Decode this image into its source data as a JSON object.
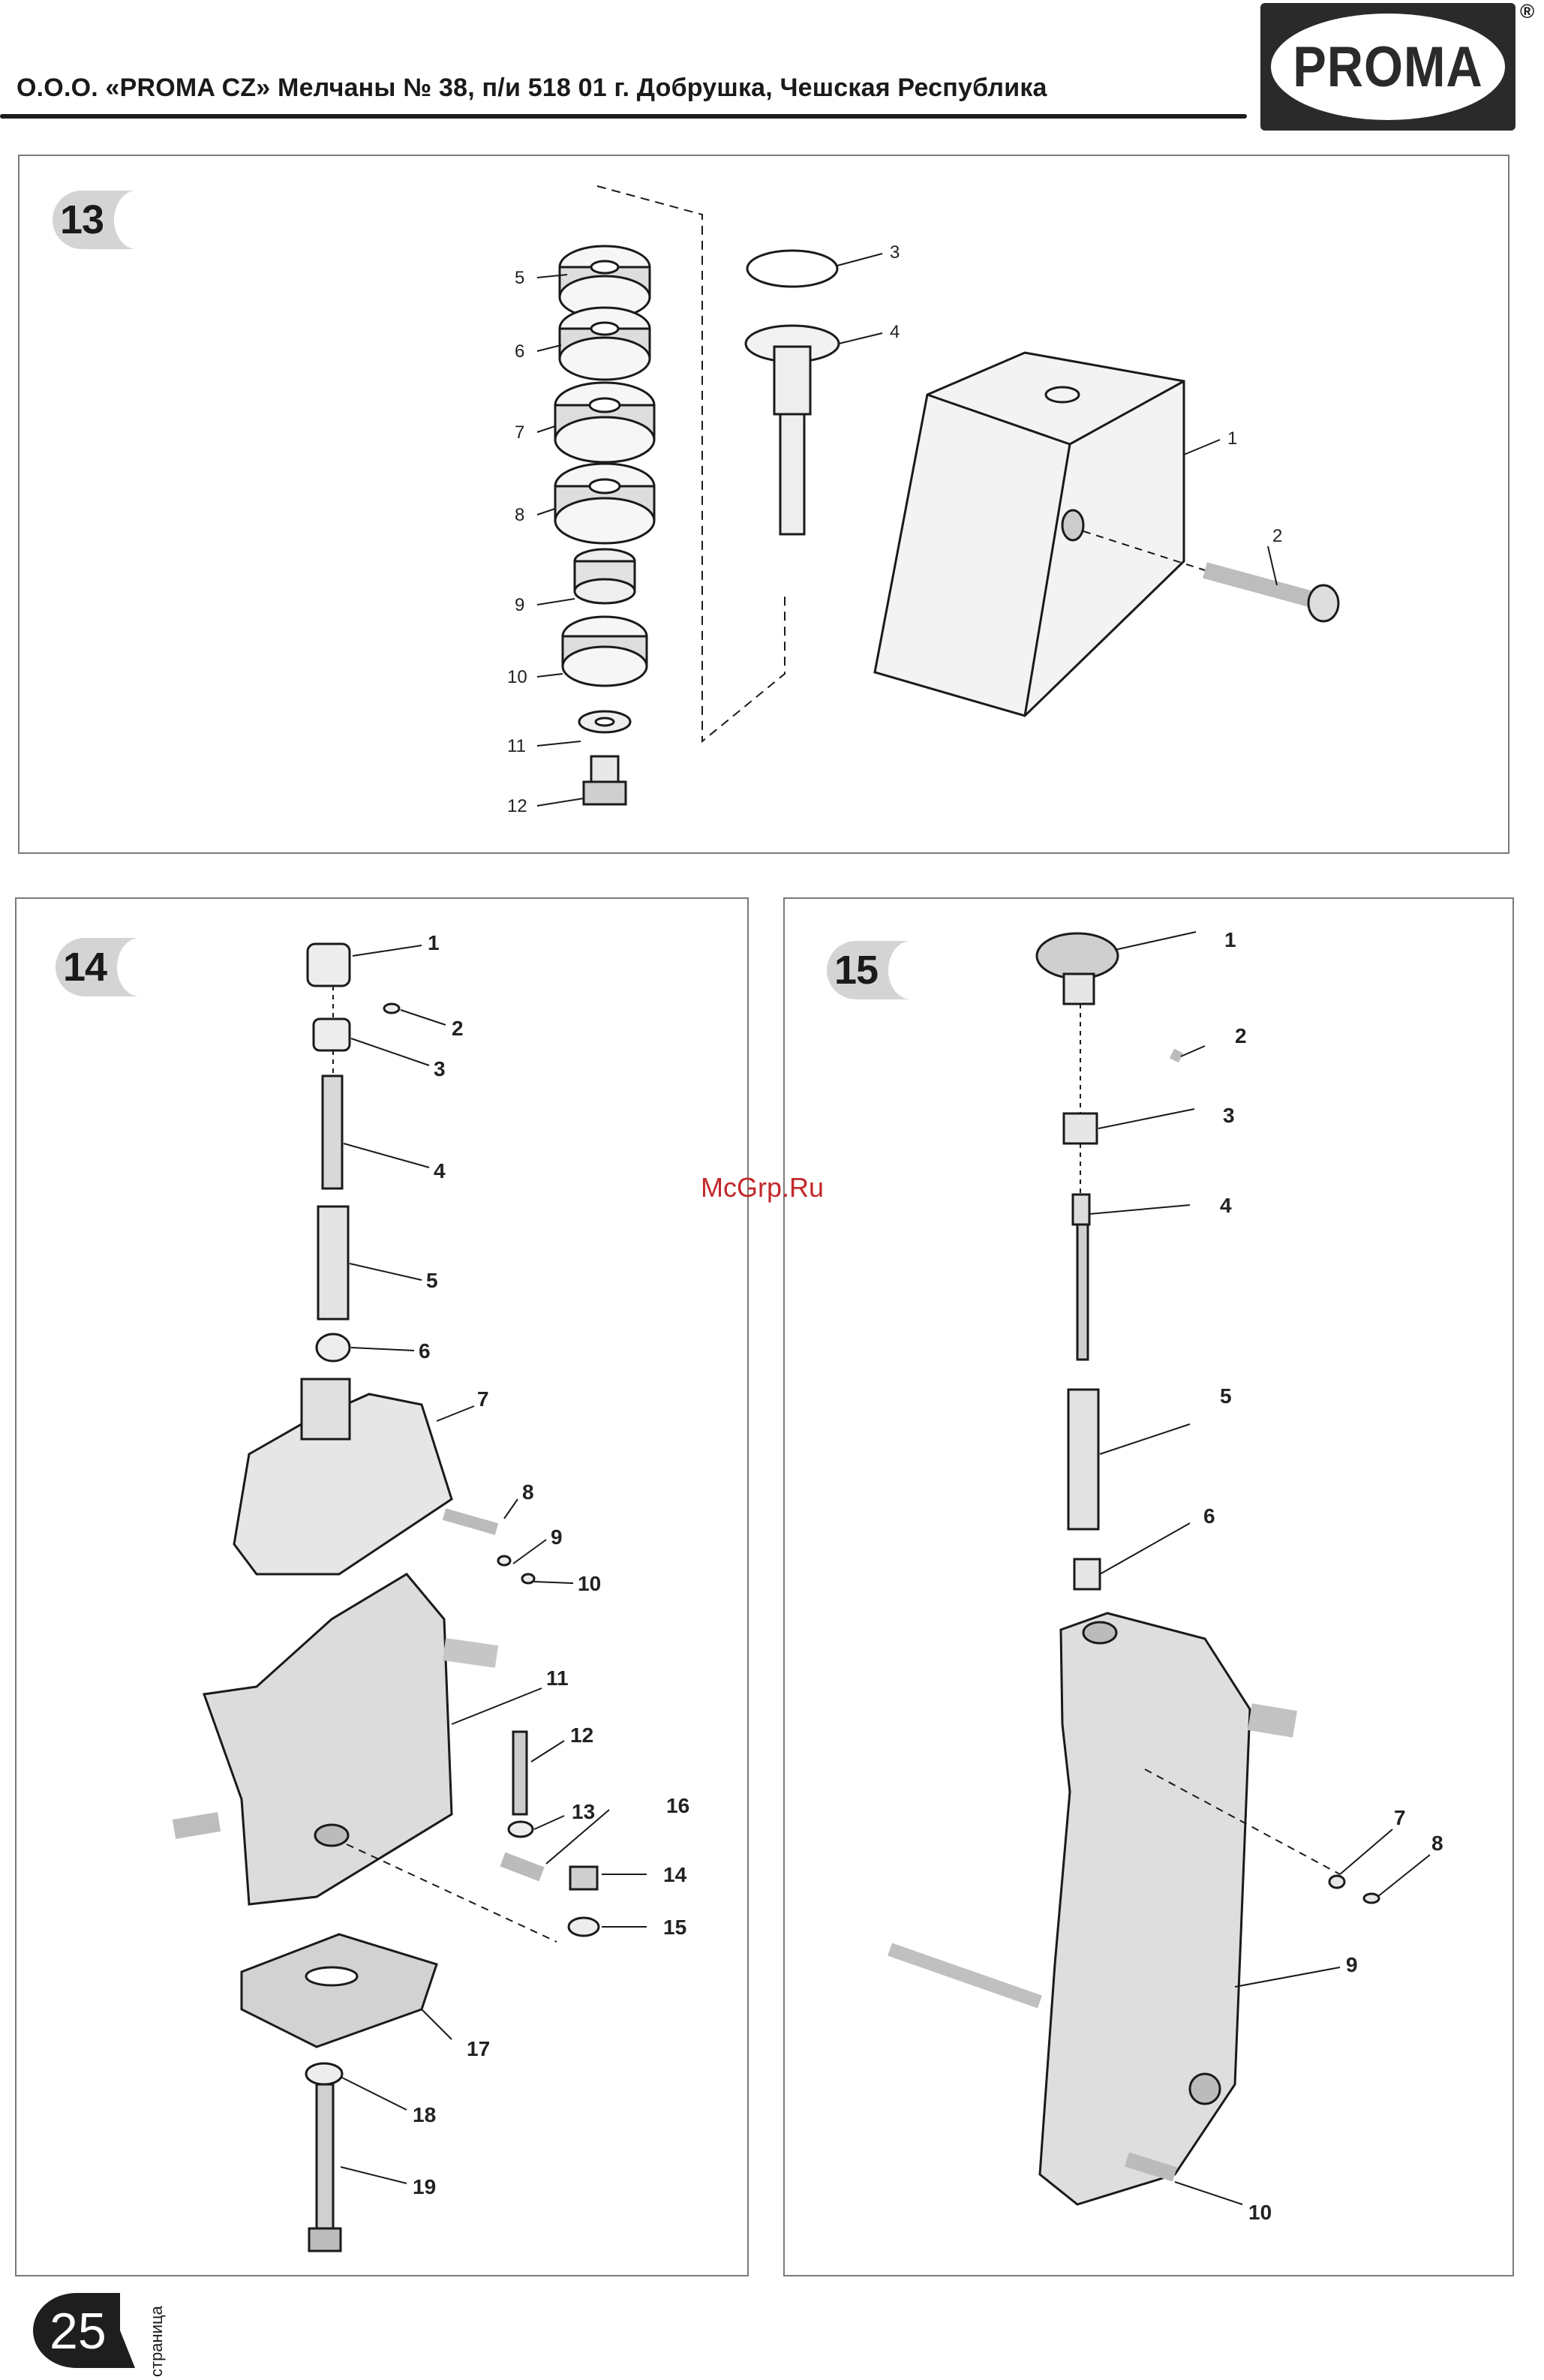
{
  "header": {
    "company_line": "О.О.О. «PROMA CZ» Мелчаны № 38, п/и 518 01 г. Добрушка, Чешская Республика",
    "logo_text": "PROMA",
    "registered_mark": "®"
  },
  "watermark": "McGrp.Ru",
  "footer": {
    "page_number": "25",
    "page_word": "страница"
  },
  "figures": [
    {
      "number": "13",
      "callouts": [
        "1",
        "2",
        "3",
        "4",
        "5",
        "6",
        "7",
        "8",
        "9",
        "10",
        "11",
        "12"
      ]
    },
    {
      "number": "14",
      "callouts": [
        "1",
        "2",
        "3",
        "4",
        "5",
        "6",
        "7",
        "8",
        "9",
        "10",
        "11",
        "12",
        "13",
        "14",
        "15",
        "16",
        "17",
        "18",
        "19"
      ]
    },
    {
      "number": "15",
      "callouts": [
        "1",
        "2",
        "3",
        "4",
        "5",
        "6",
        "7",
        "8",
        "9",
        "10"
      ]
    }
  ],
  "colors": {
    "ink": "#1a1a1a",
    "badge": "#d4d4d4",
    "watermark": "#c4282a",
    "frame": "#7a7a7a"
  }
}
